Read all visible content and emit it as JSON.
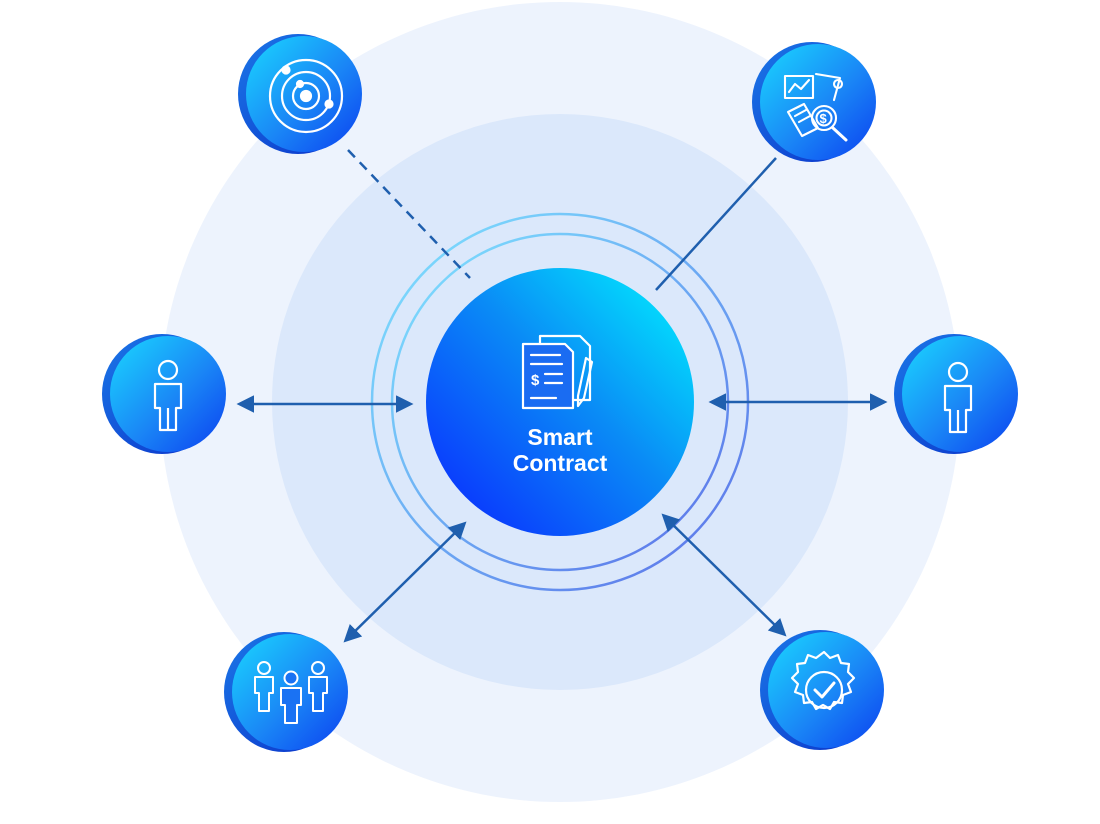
{
  "center": {
    "title_line1": "Smart",
    "title_line2": "Contract",
    "icon": "contract-document-icon"
  },
  "nodes": [
    {
      "id": "top-left",
      "icon": "orbit-target-icon",
      "connection": "dashed-line"
    },
    {
      "id": "top-right",
      "icon": "financial-analysis-icon",
      "connection": "solid-line"
    },
    {
      "id": "left",
      "icon": "person-icon",
      "connection": "double-arrow"
    },
    {
      "id": "right",
      "icon": "person-icon",
      "connection": "double-arrow"
    },
    {
      "id": "bottom-left",
      "icon": "group-people-icon",
      "connection": "double-arrow"
    },
    {
      "id": "bottom-right",
      "icon": "gear-check-icon",
      "connection": "double-arrow"
    }
  ],
  "colors": {
    "outer_halo": "#edf3fd",
    "inner_halo": "#dbe8fb",
    "arrow": "#1f5fae",
    "node_light": "#18d6ff",
    "node_dark": "#0a3ff0",
    "center_light": "#00f4ff",
    "center_dark": "#0a2cff"
  }
}
